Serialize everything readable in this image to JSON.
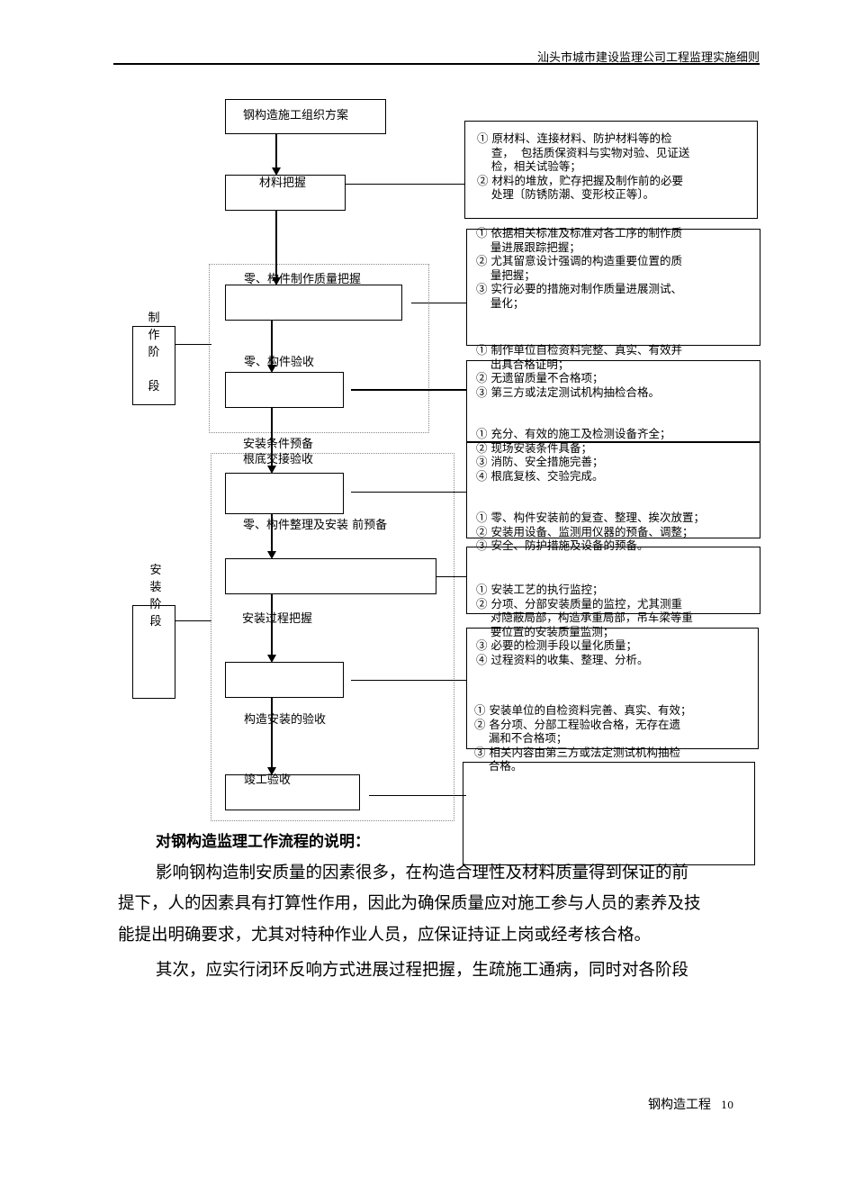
{
  "header": {
    "title": "汕头市城市建设监理公司工程监理实施细则"
  },
  "flow": {
    "plan": "钢构造施工组织方案",
    "material": "材料把握",
    "make_quality": "零、构件制作质量把握",
    "make_accept": "零、构件验收",
    "prep_line1": "安装条件预备",
    "prep_line2": "根底交接验收",
    "arrange": "零、构件整理及安装  前预备",
    "process": "安装过程把握",
    "struct_accept": "构造安装的验收",
    "final": "竣工验收"
  },
  "stages": {
    "make": "制\n作\n阶\n\n段",
    "install": "安\n装\n阶\n段"
  },
  "notes": {
    "n1": "① 原材料、连接材料、防护材料等的检\n    查，  包括质保资料与实物对验、见证送\n    检，相关试验等；\n② 材料的堆放，贮存把握及制作前的必要\n    处理〔防锈防潮、变形校正等〕。",
    "n2": "① 依据相关标准及标准对各工序的制作质\n    量进展跟踪把握；\n② 尤其留意设计强调的构造重要位置的质\n    量把握；\n③ 实行必要的措施对制作质量进展测试、\n    量化；",
    "n3": "① 制作单位自检资料完整、真实、有效并\n    出具合格证明；\n② 无遗留质量不合格项；\n③ 第三方或法定测试机构抽检合格。",
    "n4": "① 充分、有效的施工及检测设备齐全；\n② 现场安装条件具备；\n③ 消防、安全措施完善；\n④ 根底复核、交验完成。",
    "n5": "① 零、构件安装前的复查、整理、挨次放置；\n② 安装用设备、监测用仪器的预备、调整；\n③ 安全、防护措施及设备的预备。",
    "n6": "① 安装工艺的执行监控；\n② 分项、分部安装质量的监控，尤其测重\n    对隐蔽局部，构造承重局部，吊车梁等重\n    要位置的安装质量监测；\n③ 必要的检测手段以量化质量；\n④ 过程资料的收集、整理、分析。",
    "n7": "① 安装单位的自检资料完善、真实、有效；\n② 各分项、分部工程验收合格，无存在遗\n    漏和不合格项；\n③ 相关内容由第三方或法定测试机构抽检\n    合格。"
  },
  "body": {
    "heading": "对钢构造监理工作流程的说明：",
    "p1_l1": "影响钢构造制安质量的因素很多，在构造合理性及材料质量得到保证的前",
    "p1_l2": "提下，人的因素具有打算性作用，因此为确保质量应对施工参与人员的素养及技",
    "p1_l3": "能提出明确要求，尤其对特种作业人员，应保证持证上岗或经考核合格。",
    "p2_l1": "其次，应实行闭环反响方式进展过程把握，生疏施工通病，同时对各阶段"
  },
  "footer": {
    "label": "钢构造工程",
    "page": "10"
  }
}
